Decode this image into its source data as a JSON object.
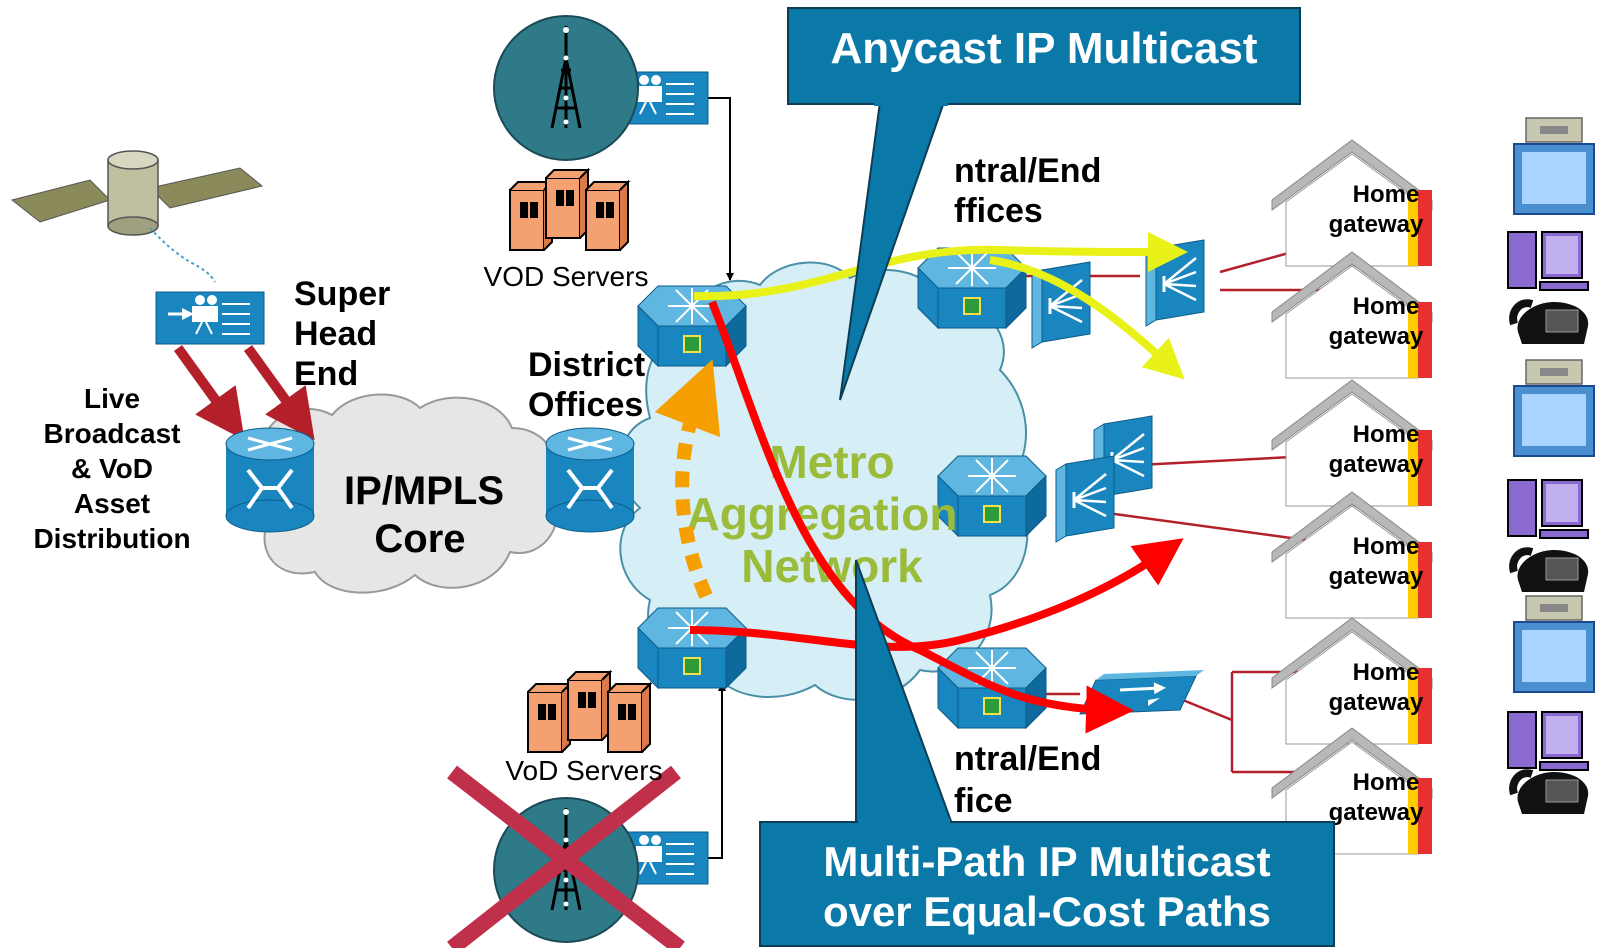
{
  "callouts": {
    "top": "Anycast IP Multicast",
    "bottom_line1": "Multi-Path IP Multicast",
    "bottom_line2": "over Equal-Cost Paths"
  },
  "labels": {
    "live_line1": "Live",
    "live_line2": "Broadcast",
    "live_line3": "& VoD",
    "live_line4": "Asset",
    "live_line5": "Distribution",
    "super_line1": "Super",
    "super_line2": "Head",
    "super_line3": "End",
    "core_line1": "IP/MPLS",
    "core_line2": "Core",
    "district_line1": "District",
    "district_line2": "Offices",
    "vod_top": "VOD Servers",
    "vod_bottom": "VoD Servers",
    "co_top_line1": "ntral/End",
    "co_top_line2": "ffices",
    "co_bottom_line1": "ntral/End",
    "co_bottom_line2": "fice",
    "metro_line1": "Metro",
    "metro_line2": "Aggregation",
    "metro_line3": "Network"
  },
  "home_gateway": {
    "line1": "Home",
    "line2": "gateway"
  },
  "colors": {
    "callout_bg": "#0b79a8",
    "cloud_metro": "#d6eef5",
    "cloud_core": "#e6e6e6",
    "router": "#1a86c0",
    "red_arrow": "#ff0000",
    "yellow_arrow": "#e8f218",
    "orange_arrow": "#f5a000",
    "metro_text": "#9bbb3a"
  },
  "icons": [
    "satellite-icon",
    "video-encoder-icon",
    "broadcast-tower-icon",
    "server-icon",
    "router-icon",
    "switch-icon",
    "dslam-icon",
    "house-icon",
    "tv-icon",
    "pc-icon",
    "phone-icon",
    "cross-icon"
  ]
}
